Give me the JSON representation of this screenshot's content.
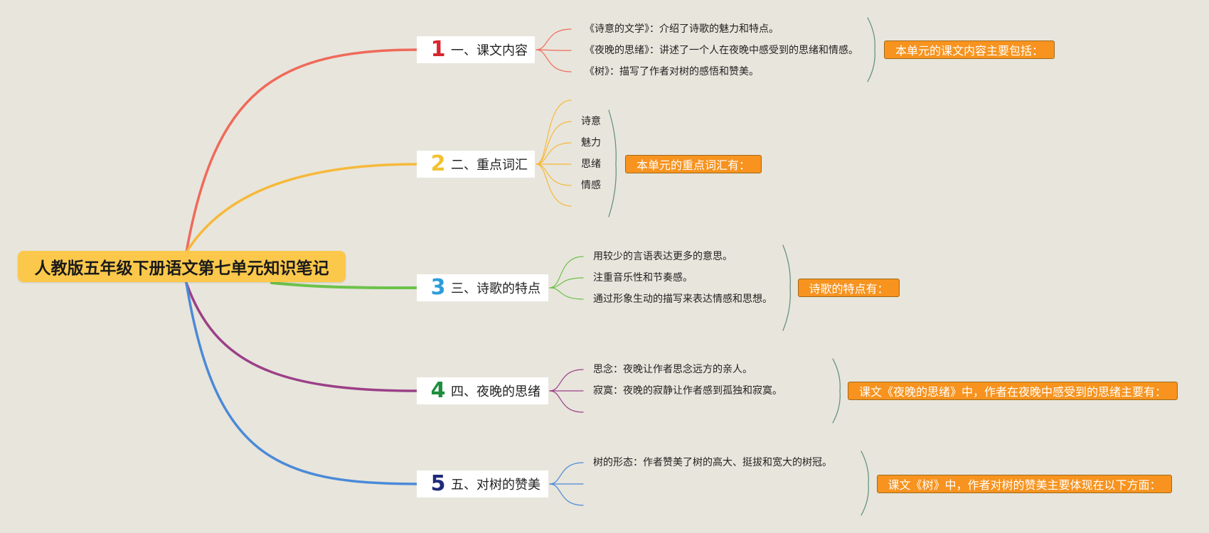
{
  "root": {
    "title": "人教版五年级下册语文第七单元知识笔记",
    "color": "#fbc84b"
  },
  "branches": [
    {
      "number": "1",
      "number_color": "#d8262e",
      "line_color": "#ef6a5a",
      "label": "一、课文内容",
      "items": [
        "《诗意的文学》：介绍了诗歌的魅力和特点。",
        "《夜晚的思绪》：讲述了一个人在夜晚中感受到的思绪和情感。",
        "《树》：描写了作者对树的感悟和赞美。"
      ],
      "summary": "本单元的课文内容主要包括："
    },
    {
      "number": "2",
      "number_color": "#f1c232",
      "line_color": "#f6b93b",
      "label": "二、重点词汇",
      "items": [
        "诗意",
        "魅力",
        "思绪",
        "情感"
      ],
      "summary": "本单元的重点词汇有："
    },
    {
      "number": "3",
      "number_color": "#2d9cdb",
      "line_color": "#6cc24a",
      "label": "三、诗歌的特点",
      "items": [
        "用较少的言语表达更多的意思。",
        "注重音乐性和节奏感。",
        "通过形象生动的描写来表达情感和思想。"
      ],
      "summary": "诗歌的特点有："
    },
    {
      "number": "4",
      "number_color": "#1e8e3e",
      "line_color": "#9b4088",
      "label": "四、夜晚的思绪",
      "items": [
        "思念：夜晚让作者思念远方的亲人。",
        "寂寞：夜晚的寂静让作者感到孤独和寂寞。"
      ],
      "summary": "课文《夜晚的思绪》中，作者在夜晚中感受到的思绪主要有："
    },
    {
      "number": "5",
      "number_color": "#1f2a7a",
      "line_color": "#4a8ad8",
      "label": "五、对树的赞美",
      "items": [
        "树的形态：作者赞美了树的高大、挺拔和宽大的树冠。"
      ],
      "summary": "课文《树》中，作者对树的赞美主要体现在以下方面："
    }
  ]
}
